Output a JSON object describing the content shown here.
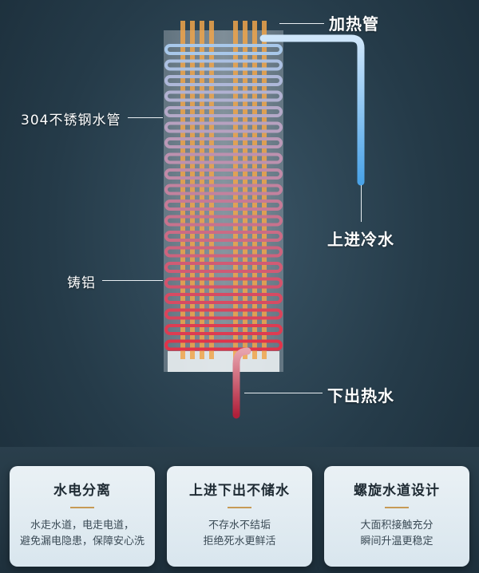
{
  "callouts": {
    "heating_pipe": "加热管",
    "steel_pipe": "304不锈钢水管",
    "cold_in": "上进冷水",
    "cast_aluminum": "铸铝",
    "hot_out": "下出热水"
  },
  "cards": [
    {
      "title": "水电分离",
      "lines": [
        "水走水道，电走电道，",
        "避免漏电隐患，保障安心洗"
      ]
    },
    {
      "title": "上进下出不储水",
      "lines": [
        "不存水不结垢",
        "拒绝死水更鲜活"
      ]
    },
    {
      "title": "螺旋水道设计",
      "lines": [
        "大面积接触充分",
        "瞬间升温更稳定"
      ]
    }
  ],
  "colors": {
    "background": "#253b49",
    "cold_water": "#4aa3e8",
    "hot_water": "#e0344a",
    "heater_glow": "#f0a44a",
    "card_bg": "#eaf1f5",
    "card_accent": "#c79a55"
  }
}
